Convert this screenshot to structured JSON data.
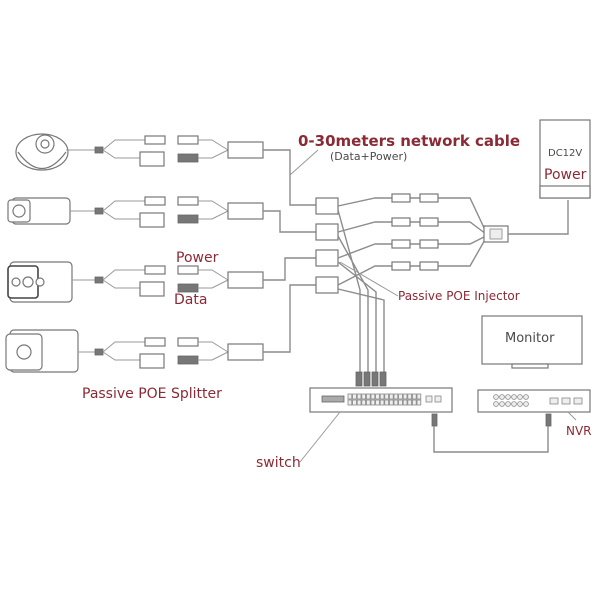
{
  "diagram": {
    "title": "Passive POE camera network wiring diagram",
    "labels": {
      "cable": "0-30meters network cable",
      "cable_sub": "(Data+Power)",
      "psu_line1": "DC12V",
      "psu_line2": "Power",
      "power": "Power",
      "data": "Data",
      "injector": "Passive POE Injector",
      "splitter": "Passive POE Splitter",
      "monitor": "Monitor",
      "nvr": "NVR",
      "switch": "switch"
    },
    "cameras": [
      {
        "type": "dome-camera"
      },
      {
        "type": "bullet-camera"
      },
      {
        "type": "bullet-camera-ir"
      },
      {
        "type": "box-camera"
      }
    ],
    "colors": {
      "label": "#8a2a35",
      "line": "#8c8c8c",
      "background": "#ffffff"
    }
  }
}
